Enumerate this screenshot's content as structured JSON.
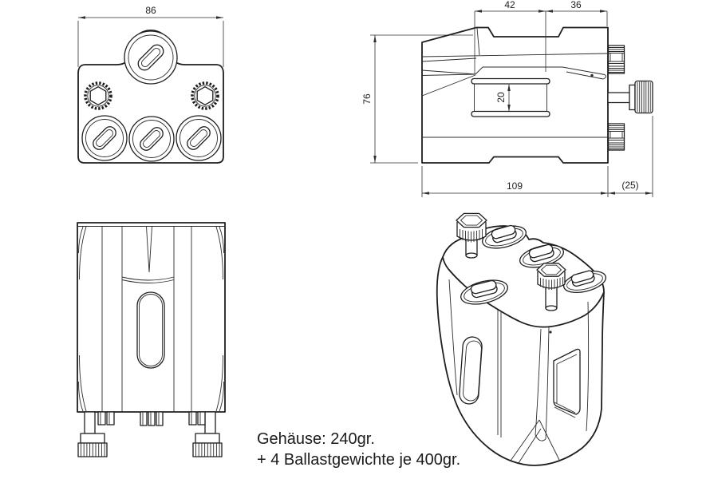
{
  "drawing": {
    "background": "#ffffff",
    "ink": "#1e1e1e",
    "type": "technical-drawing"
  },
  "views": {
    "top": {
      "dim_width": "86"
    },
    "side": {
      "dim_seg_a": "42",
      "dim_seg_b": "36",
      "dim_height": "76",
      "dim_core": "20",
      "dim_length": "109",
      "dim_offset": "(25)"
    },
    "front": {},
    "iso": {}
  },
  "caption": {
    "line1": "Gehäuse: 240gr.",
    "line2": "+ 4 Ballastgewichte je 400gr."
  }
}
